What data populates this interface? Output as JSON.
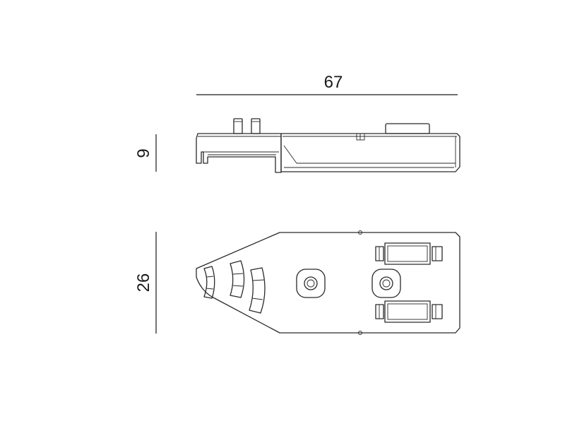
{
  "dimensions": {
    "length": "67",
    "height": "9",
    "width": "26"
  },
  "colors": {
    "line": "#2a2a2a",
    "background": "#ffffff"
  }
}
